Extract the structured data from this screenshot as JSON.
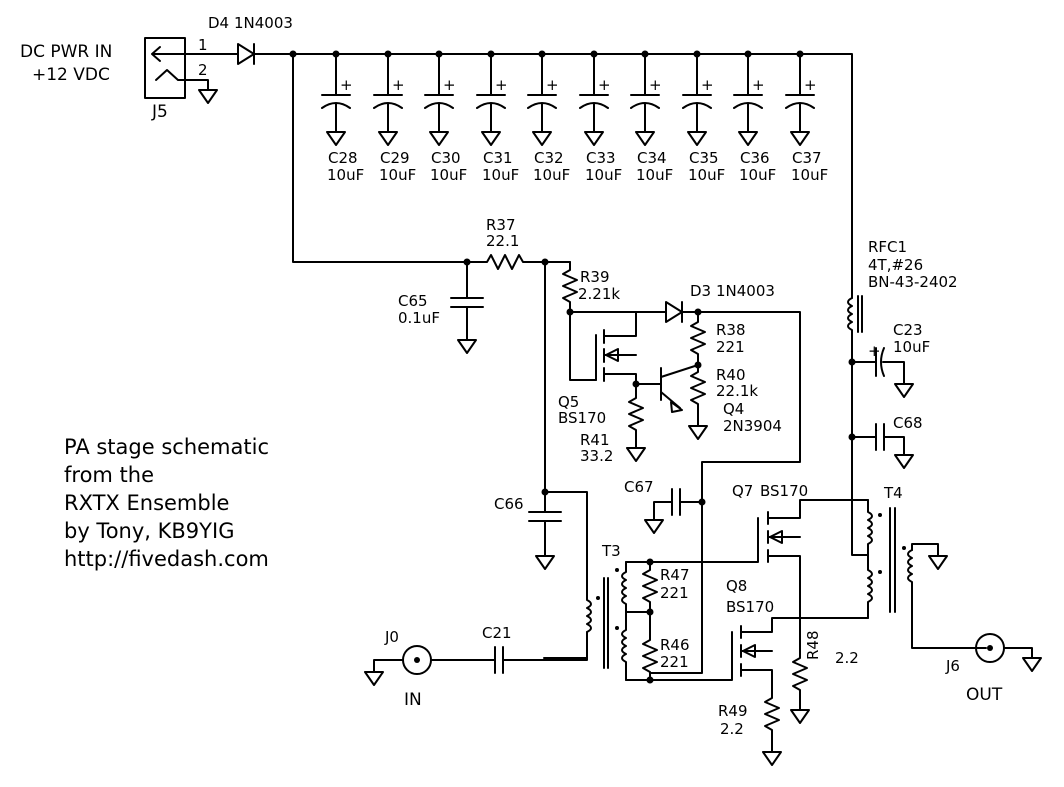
{
  "title_lines": [
    "PA stage schematic",
    "from the",
    "RXTX Ensemble",
    "by Tony, KB9YIG",
    "http://fivedash.com"
  ],
  "power": {
    "line1": "DC PWR IN",
    "line2": "+12 VDC",
    "jack": "J5",
    "pin1": "1",
    "pin2": "2"
  },
  "d4": {
    "ref": "D4",
    "part": "1N4003"
  },
  "d3": {
    "ref": "D3",
    "part": "1N4003"
  },
  "bulk_caps": [
    {
      "ref": "C28",
      "value": "10uF"
    },
    {
      "ref": "C29",
      "value": "10uF"
    },
    {
      "ref": "C30",
      "value": "10uF"
    },
    {
      "ref": "C31",
      "value": "10uF"
    },
    {
      "ref": "C32",
      "value": "10uF"
    },
    {
      "ref": "C33",
      "value": "10uF"
    },
    {
      "ref": "C34",
      "value": "10uF"
    },
    {
      "ref": "C35",
      "value": "10uF"
    },
    {
      "ref": "C36",
      "value": "10uF"
    },
    {
      "ref": "C37",
      "value": "10uF"
    }
  ],
  "r37": {
    "ref": "R37",
    "value": "22.1"
  },
  "c65": {
    "ref": "C65",
    "value": "0.1uF"
  },
  "r39": {
    "ref": "R39",
    "value": "2.21k"
  },
  "r38": {
    "ref": "R38",
    "value": "221"
  },
  "r40": {
    "ref": "R40",
    "value": "22.1k"
  },
  "q5": {
    "ref": "Q5",
    "part": "BS170"
  },
  "q4": {
    "ref": "Q4",
    "part": "2N3904"
  },
  "r41": {
    "ref": "R41",
    "value": "33.2"
  },
  "rfc1": {
    "ref": "RFC1",
    "line2": "4T,#26",
    "line3": "BN-43-2402"
  },
  "c23": {
    "ref": "C23",
    "value": "10uF"
  },
  "c68": {
    "ref": "C68"
  },
  "c66": {
    "ref": "C66"
  },
  "c67": {
    "ref": "C67"
  },
  "q7": {
    "ref": "Q7",
    "part": "BS170"
  },
  "q8": {
    "ref": "Q8",
    "part": "BS170"
  },
  "t3": {
    "ref": "T3"
  },
  "t4": {
    "ref": "T4"
  },
  "r47": {
    "ref": "R47",
    "value": "221"
  },
  "r46": {
    "ref": "R46",
    "value": "221"
  },
  "r48": {
    "ref": "R48",
    "value": "2.2"
  },
  "r49": {
    "ref": "R49",
    "value": "2.2"
  },
  "c21": {
    "ref": "C21"
  },
  "j0": {
    "ref": "J0",
    "label": "IN"
  },
  "j6": {
    "ref": "J6",
    "label": "OUT"
  }
}
